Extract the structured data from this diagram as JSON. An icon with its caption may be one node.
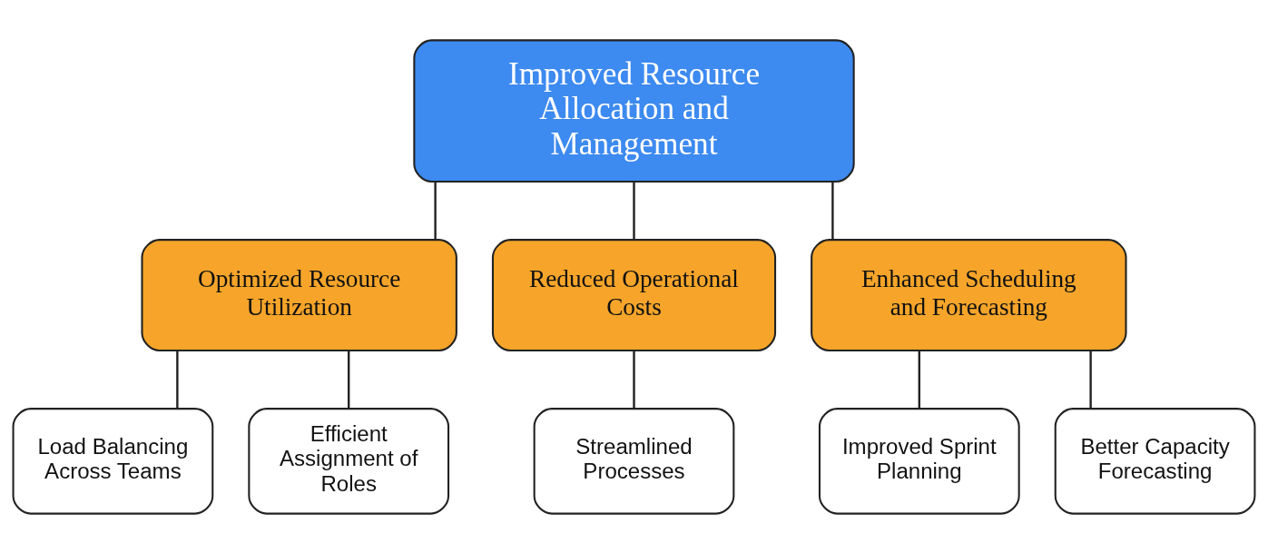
{
  "diagram": {
    "nodes": [
      {
        "text": [
          "Improved Resource Allocation and Management"
        ]
      },
      {
        "text": [
          "Optimized Resource Utilization"
        ]
      },
      {
        "text": [
          "Reduced Operational Costs"
        ]
      },
      {
        "text": [
          "Enhanced Scheduling and Forecasting"
        ]
      },
      {
        "text": [
          "Load Balancing Across Teams"
        ]
      },
      {
        "text": [
          "Efficient Assignment of Roles"
        ]
      },
      {
        "text": [
          "Streamlined Processes"
        ]
      },
      {
        "text": [
          "Improved Sprint Planning"
        ]
      },
      {
        "text": [
          "Better Capacity Forecasting"
        ]
      }
    ],
    "edges": [
      {
        "from": 0,
        "to": 1,
        "arrow": "none"
      },
      {
        "from": 0,
        "to": 2,
        "arrow": "none"
      },
      {
        "from": 0,
        "to": 3,
        "arrow": "none"
      },
      {
        "from": 1,
        "to": 4,
        "arrow": "none"
      },
      {
        "from": 1,
        "to": 5,
        "arrow": "none"
      },
      {
        "from": 2,
        "to": 6,
        "arrow": "none"
      },
      {
        "from": 3,
        "to": 7,
        "arrow": "none"
      },
      {
        "from": 3,
        "to": 8,
        "arrow": "none"
      }
    ]
  }
}
